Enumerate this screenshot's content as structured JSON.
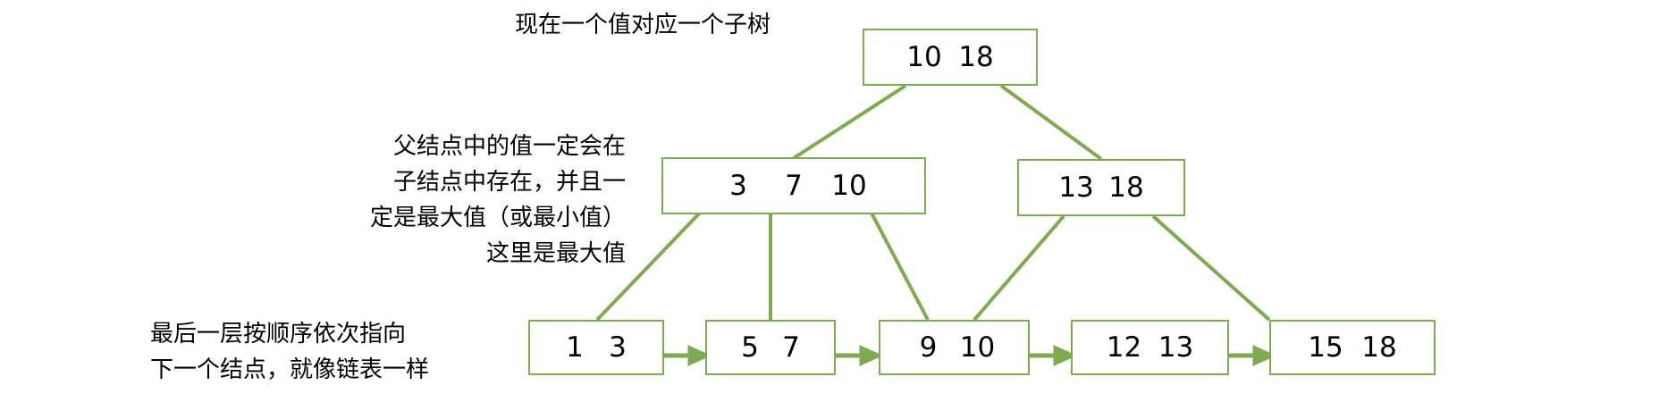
{
  "diagram": {
    "title_note": "B+ tree structure illustration",
    "accent_color": "#7eaa50",
    "text_color": "#000000",
    "background": "#ffffff"
  },
  "annotations": {
    "top": "现在一个值对应一个子树",
    "middle_lines": [
      "父结点中的值一定会在",
      "子结点中存在，并且一",
      "定是最大值（或最小值）",
      "这里是最大值"
    ],
    "bottom_lines": [
      "最后一层按顺序依次指向",
      "下一个结点，就像链表一样"
    ]
  },
  "tree": {
    "root": {
      "keys": [
        "10",
        "18"
      ]
    },
    "internal": [
      {
        "keys": [
          "3",
          "7",
          "10"
        ]
      },
      {
        "keys": [
          "13",
          "18"
        ]
      }
    ],
    "leaves": [
      {
        "keys": [
          "1",
          "3"
        ]
      },
      {
        "keys": [
          "5",
          "7"
        ]
      },
      {
        "keys": [
          "9",
          "10"
        ]
      },
      {
        "keys": [
          "12",
          "13"
        ]
      },
      {
        "keys": [
          "15",
          "18"
        ]
      }
    ]
  }
}
